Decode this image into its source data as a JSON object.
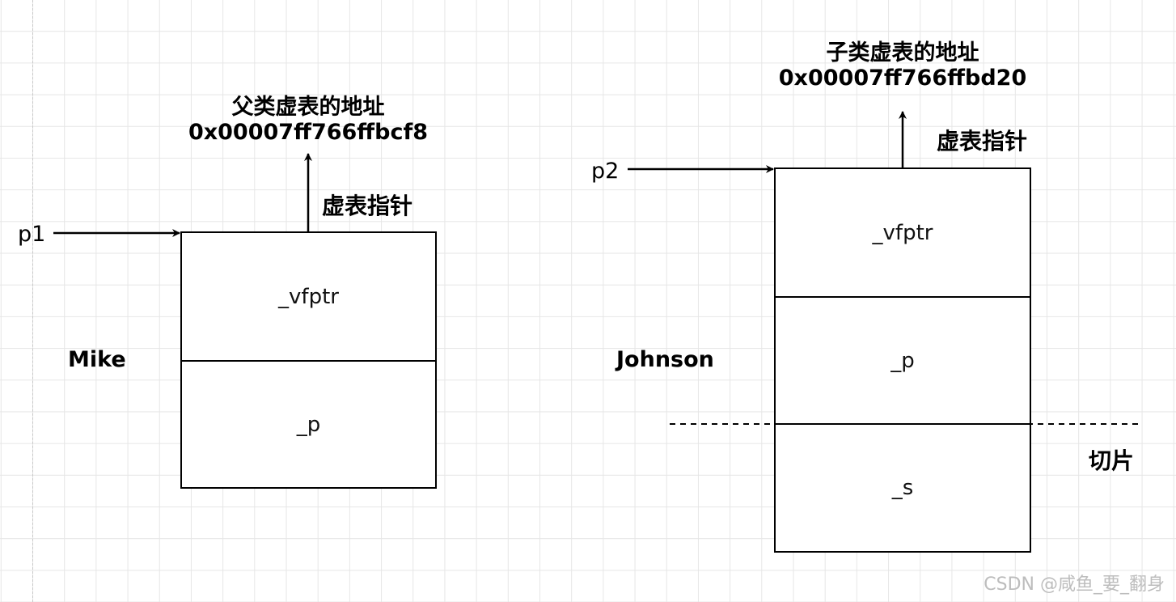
{
  "left": {
    "pointer_label": "p1",
    "object_label": "Mike",
    "arrow_caption": "虚表指针",
    "vtable_title": "父类虚表的地址",
    "vtable_address": "0x00007ff766ffbcf8",
    "fields": [
      "_vfptr",
      "_p"
    ]
  },
  "right": {
    "pointer_label": "p2",
    "object_label": "Johnson",
    "arrow_caption": "虚表指针",
    "vtable_title": "子类虚表的地址",
    "vtable_address": "0x00007ff766ffbd20",
    "fields": [
      "_vfptr",
      "_p",
      "_s"
    ],
    "slice_label": "切片"
  },
  "watermark": "CSDN @咸鱼_要_翻身"
}
